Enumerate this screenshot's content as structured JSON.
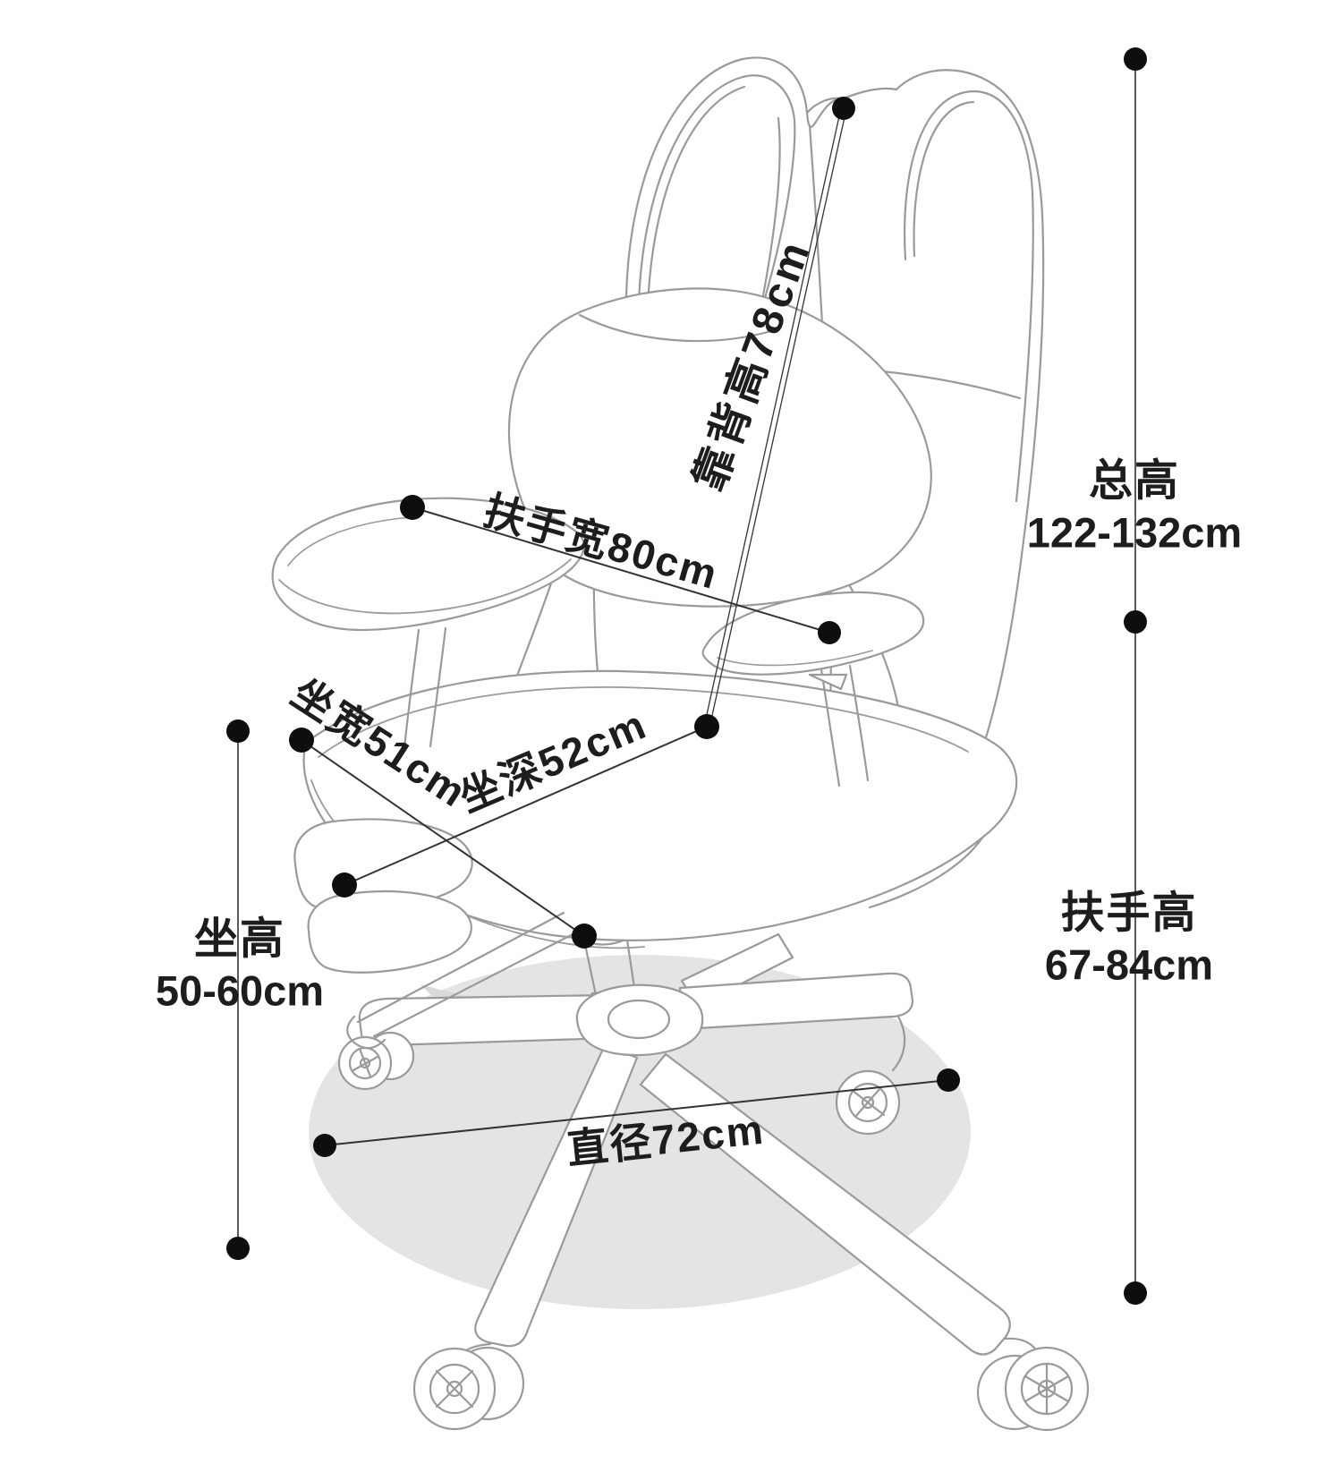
{
  "diagram": {
    "type": "office-chair-dimension-diagram",
    "labels": {
      "backrest_height": "靠背高78cm",
      "armrest_width": "扶手宽80cm",
      "seat_width": "坐宽51cm",
      "seat_depth": "坐深52cm",
      "base_diameter": "直径72cm",
      "total_height": {
        "name": "总高",
        "value": "122-132cm"
      },
      "armrest_height": {
        "name": "扶手高",
        "value": "67-84cm"
      },
      "seat_height": {
        "name": "坐高",
        "value": "50-60cm"
      }
    },
    "colors": {
      "sketch_line": "#9a9a9a",
      "dimension_line": "#333333",
      "reference_line": "#5a5a5a",
      "dot": "#0e0e0e",
      "text": "#1d1d1d",
      "mat": "#e4e4e4",
      "background": "#ffffff"
    }
  }
}
